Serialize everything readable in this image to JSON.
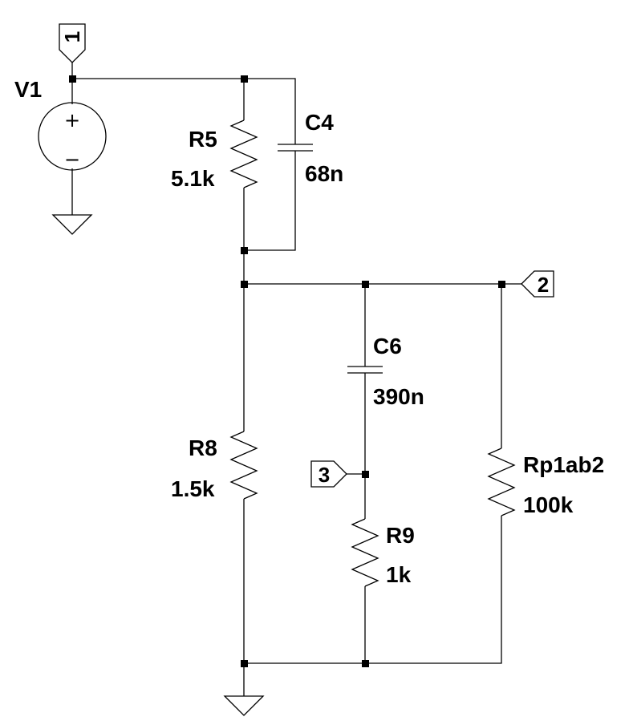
{
  "components": {
    "v1": {
      "name": "V1"
    },
    "r5": {
      "name": "R5",
      "value": "5.1k"
    },
    "c4": {
      "name": "C4",
      "value": "68n"
    },
    "c6": {
      "name": "C6",
      "value": "390n"
    },
    "r8": {
      "name": "R8",
      "value": "1.5k"
    },
    "r9": {
      "name": "R9",
      "value": "1k"
    },
    "rp1ab2": {
      "name": "Rp1ab2",
      "value": "100k"
    }
  },
  "ports": {
    "p1": "1",
    "p2": "2",
    "p3": "3"
  },
  "source_symbols": {
    "plus": "+",
    "minus": "−"
  }
}
